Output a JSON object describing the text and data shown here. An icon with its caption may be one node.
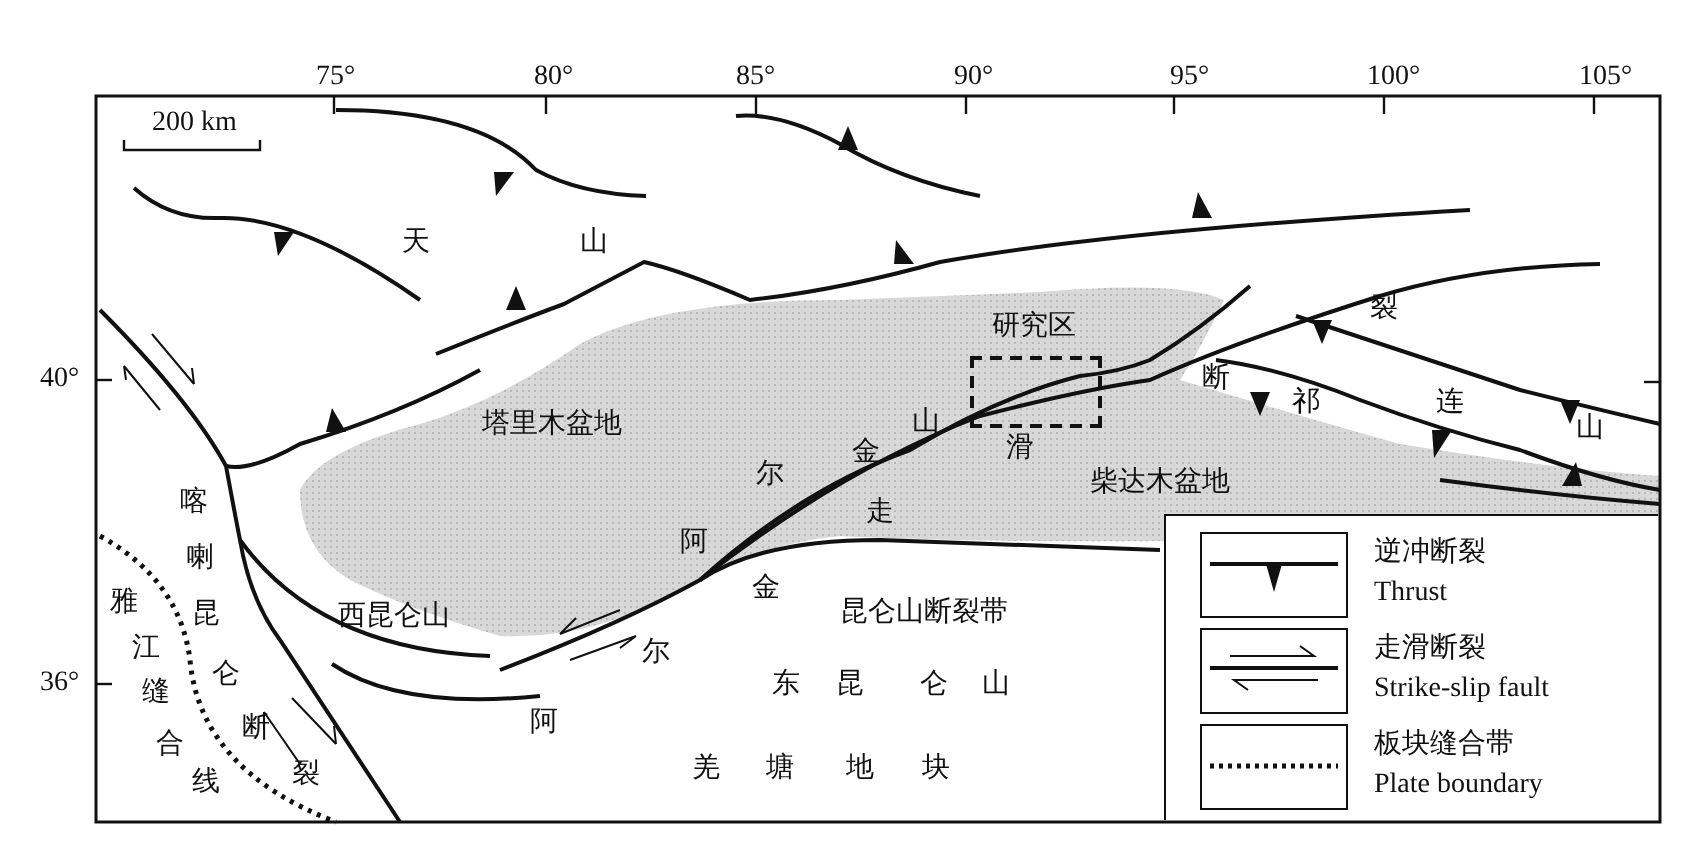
{
  "diagram": {
    "nodes": [
      {
        "text": [
          "研究区"
        ]
      }
    ],
    "edges": [],
    "labels": [
      "75°",
      "80°",
      "85°",
      "90°",
      "95°",
      "100°",
      "105°",
      "200 km",
      "天山",
      "裂",
      "40°",
      "塔里木盆地",
      "断",
      "祁连山",
      "阿尔金山",
      "走滑",
      "柴达木盆地",
      "喀喇昆仑断裂",
      "雅江缝合线",
      "阿尔金",
      "西昆仑山",
      "昆仑山断裂带",
      "东昆仑山",
      "羌塘地块",
      "36°"
    ],
    "legend": [
      {
        "text": "逆冲断裂 Thrust"
      },
      {
        "text": "走滑断裂 Strike-slip fault"
      },
      {
        "text": "板块缝合带 Plate boundary"
      }
    ]
  }
}
